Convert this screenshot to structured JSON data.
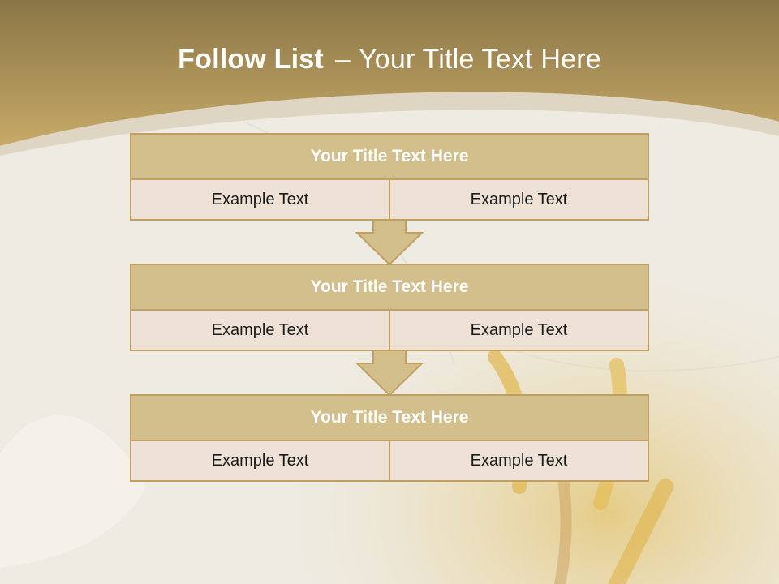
{
  "slide": {
    "title_bold": "Follow List",
    "title_separator": "–",
    "title_rest": "Your Title Text Here"
  },
  "colors": {
    "header_band": "#b49a5d",
    "box_border": "#bfa062",
    "box_header": "#d3bf8c",
    "box_cell": "#ede2d5",
    "background": "#eeebe2"
  },
  "steps": [
    {
      "title": "Your Title Text Here",
      "left": "Example Text",
      "right": "Example Text"
    },
    {
      "title": "Your Title Text Here",
      "left": "Example Text",
      "right": "Example Text"
    },
    {
      "title": "Your Title Text Here",
      "left": "Example Text",
      "right": "Example Text"
    }
  ],
  "connectors": [
    "down-arrow-icon",
    "down-arrow-icon"
  ]
}
